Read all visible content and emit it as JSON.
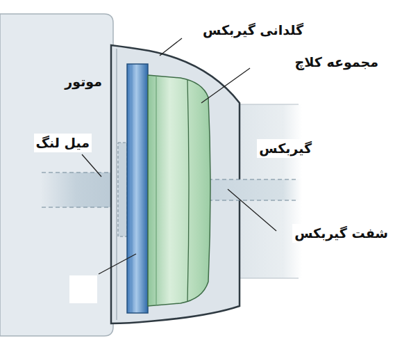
{
  "diagram": {
    "labels": [
      "گلدانی گیربکس",
      "مجموعه کلاچ",
      "موتور",
      "میل لنگ",
      "گیربکس",
      "شفت گیربکس"
    ]
  }
}
